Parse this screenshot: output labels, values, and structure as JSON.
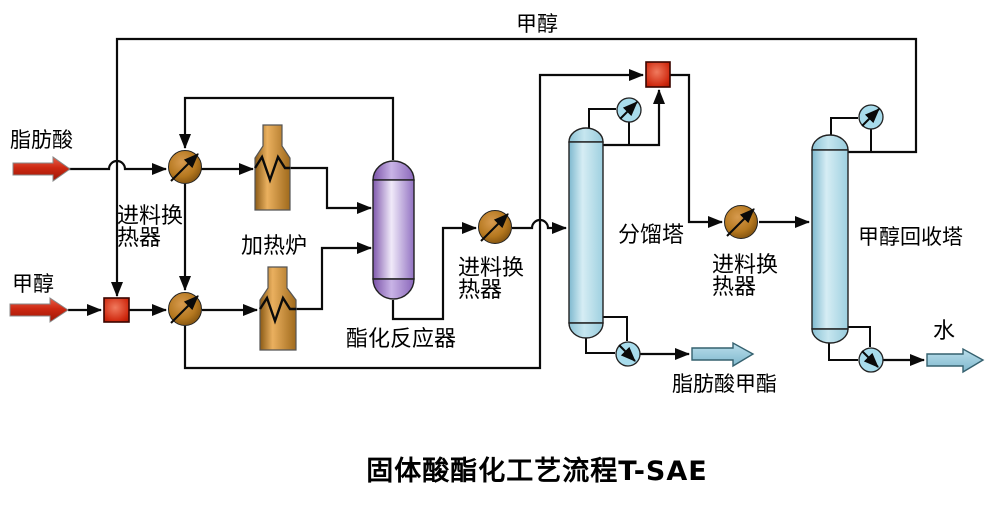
{
  "title": "固体酸酯化工艺流程T-SAE",
  "streams": {
    "methanol_recycle": "甲醇",
    "fatty_acid_feed": "脂肪酸",
    "methanol_feed": "甲醇",
    "fame_product": "脂肪酸甲酯",
    "water_product": "水"
  },
  "equipment": {
    "feed_heat_exchanger": {
      "line1": "进料换",
      "line2": "热器"
    },
    "furnace": "加热炉",
    "reactor": "酯化反应器",
    "fractionator": "分馏塔",
    "methanol_recovery_column": "甲醇回收塔"
  },
  "colors": {
    "background": "#ffffff",
    "line": "#0a0a0a",
    "feed_arrow_red": "#cc2812",
    "mixer_red": "#d02a10",
    "exchanger_brown": "#b5781f",
    "furnace_brown": "#c3832e",
    "reactor_purple": "#9272c2",
    "column_blue": "#a9d8e6",
    "condenser_blue": "#a8dcec",
    "product_arrow_blue": "#8fc6d9"
  }
}
